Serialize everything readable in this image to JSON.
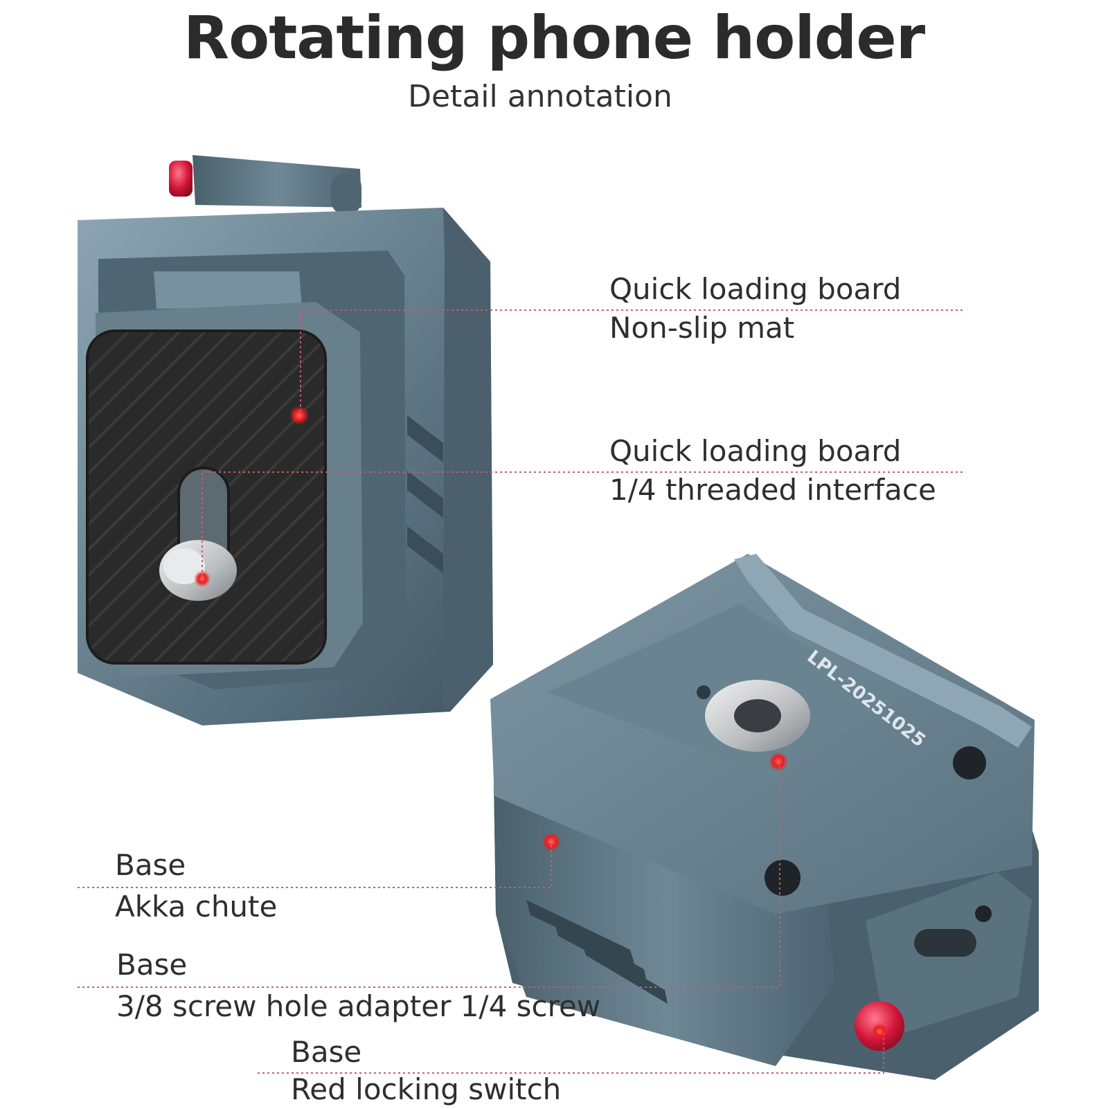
{
  "header": {
    "title": "Rotating phone holder",
    "subtitle": "Detail annotation"
  },
  "callouts": [
    {
      "id": "qlb-mat",
      "line1": "Quick loading board",
      "line2": "Non-slip mat"
    },
    {
      "id": "qlb-thread",
      "line1": "Quick loading board",
      "line2": "1/4 threaded interface"
    },
    {
      "id": "base-chute",
      "line1": "Base",
      "line2": "Akka chute"
    },
    {
      "id": "base-adapter",
      "line1": "Base",
      "line2": "3/8 screw hole adapter 1/4 screw"
    },
    {
      "id": "base-switch",
      "line1": "Base",
      "line2": "Red locking switch"
    }
  ],
  "product": {
    "engraving": "LPL-20251025"
  },
  "colors": {
    "metal": "#5e7684",
    "metal_light": "#8aa3b1",
    "metal_dark": "#3e535f",
    "pad": "#2b2b2b",
    "accent_red": "#e0203c",
    "leader_line": "#c06070",
    "text": "#2e2e2e"
  }
}
